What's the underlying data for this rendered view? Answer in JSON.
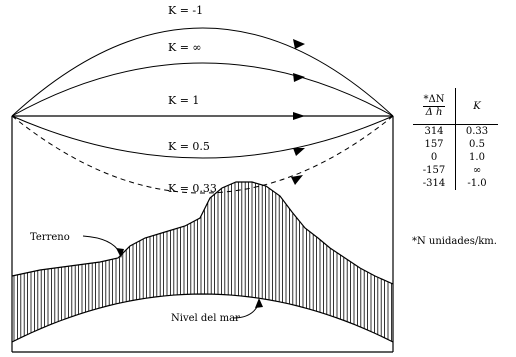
{
  "rays": [
    {
      "label": "K = -1"
    },
    {
      "label": "K = ∞"
    },
    {
      "label": "K = 1"
    },
    {
      "label": "K = 0.5"
    },
    {
      "label": "K = 0.33"
    }
  ],
  "labels": {
    "terreno": "Terreno",
    "sea_level": "Nivel del mar"
  },
  "table": {
    "col1_header_star": "*",
    "col1_header_num": "ΔN",
    "col1_header_den": "Δ h",
    "col2_header": "K",
    "rows": [
      {
        "dn": "314",
        "k": "0.33"
      },
      {
        "dn": "157",
        "k": "0.5"
      },
      {
        "dn": "0",
        "k": "1.0"
      },
      {
        "dn": "-157",
        "k": "∞"
      },
      {
        "dn": "-314",
        "k": "-1.0"
      }
    ]
  },
  "footnote": "*N unidades/km."
}
